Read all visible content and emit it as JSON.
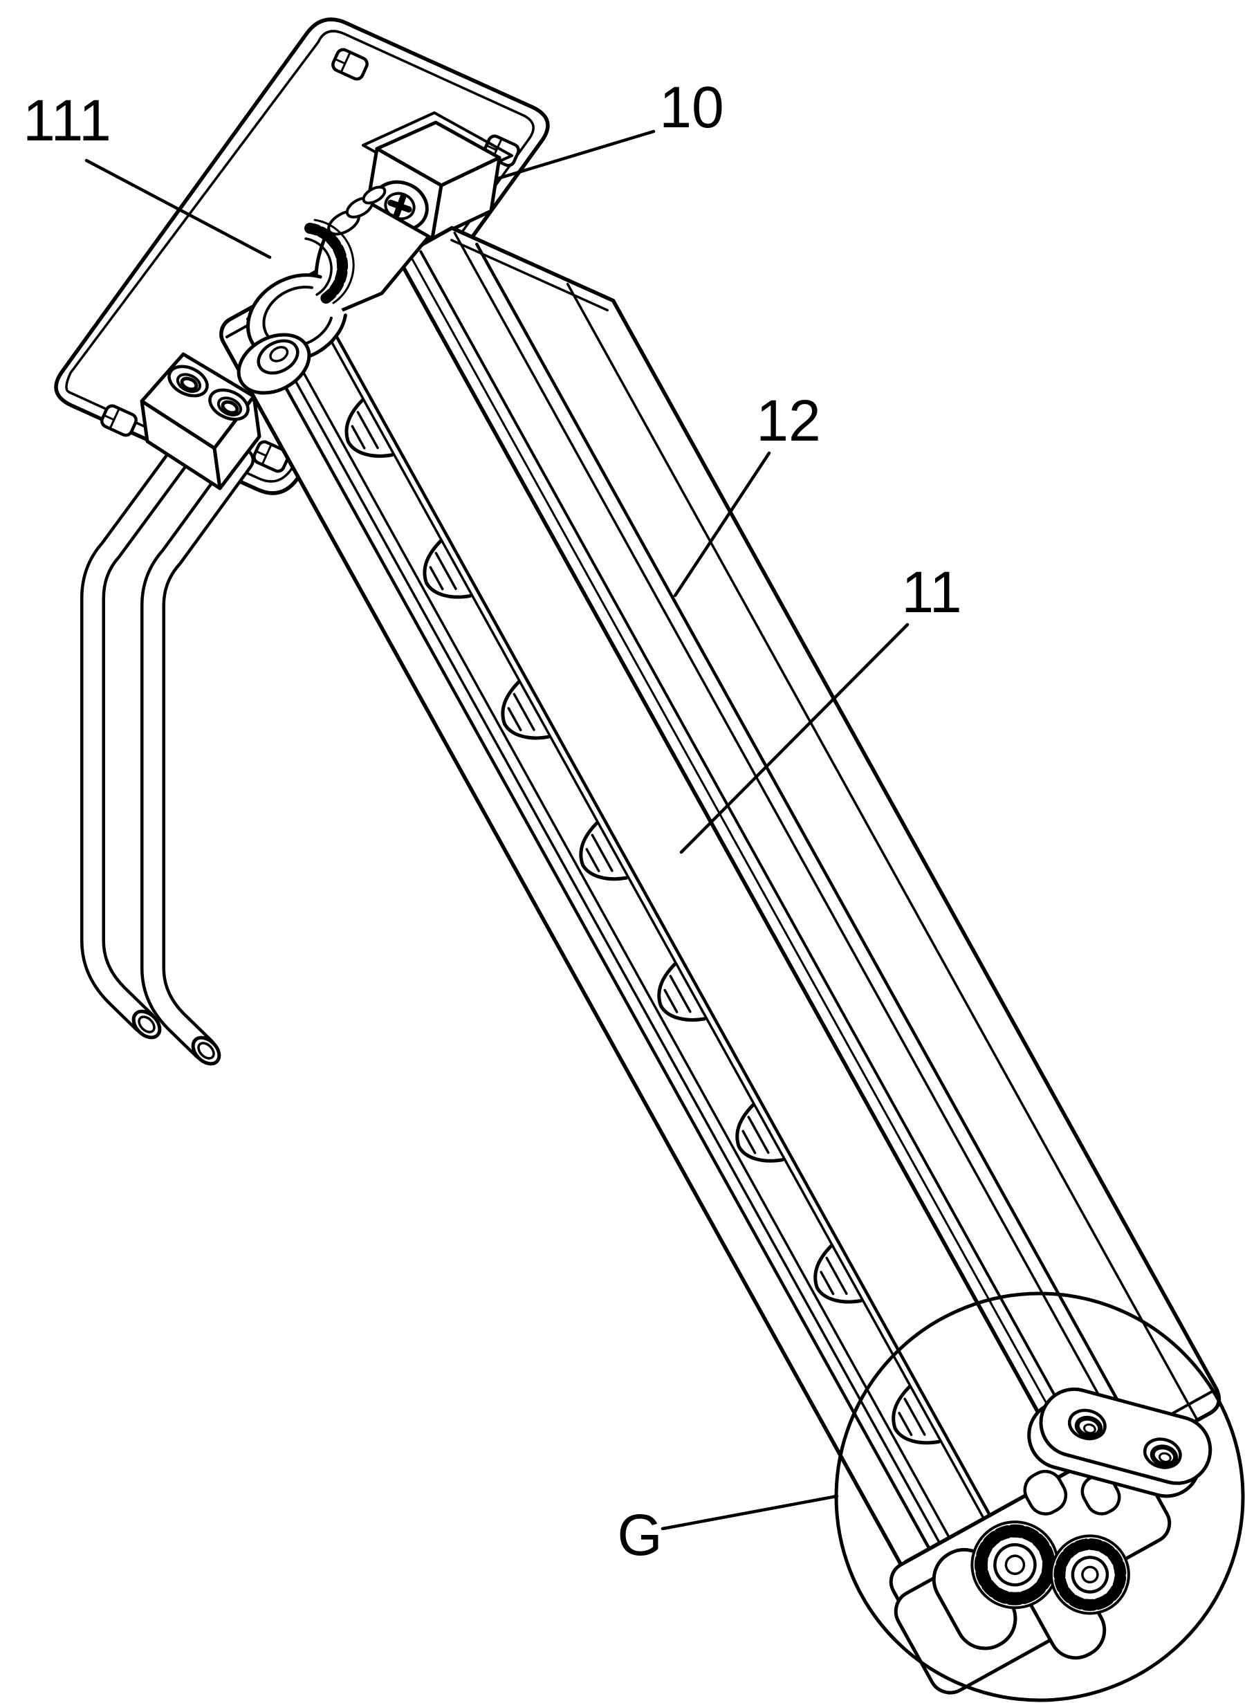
{
  "figure": {
    "type": "patent-style isometric line drawing",
    "background": "#ffffff",
    "line_color": "#000000",
    "labels": [
      {
        "text": "111",
        "part": "drive-gear"
      },
      {
        "text": "10",
        "part": "mounting-plate"
      },
      {
        "text": "12",
        "part": "outer-rail-bar"
      },
      {
        "text": "11",
        "part": "inner-rail-bar"
      },
      {
        "text": "G",
        "part": "detail-circle"
      }
    ],
    "notch_count": 8
  }
}
